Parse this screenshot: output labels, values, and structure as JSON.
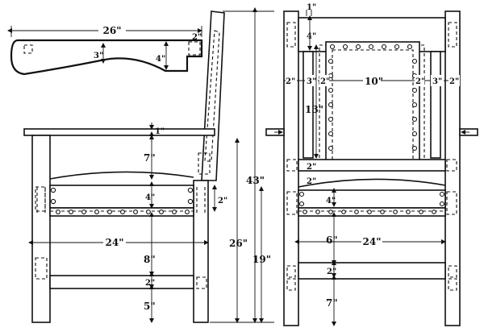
{
  "arm": {
    "length": "26\"",
    "tenon": "2\"",
    "depth_min": "3\"",
    "depth_max": "4\""
  },
  "side_view": {
    "arm_thickness": "1\"",
    "back_rail_to_arm": "7\"",
    "seat_rail": "4\"",
    "seat_slope": "2\"",
    "total_height": "43\"",
    "back_post_height": "26\"",
    "seat_height": "19\"",
    "seat_depth": "24\"",
    "lower_gap": "8\"",
    "stretcher": "2\"",
    "floor_gap": "5\""
  },
  "front_view": {
    "top_rail_offset": "1\"",
    "top_rail": "4\"",
    "post_left": "2\"",
    "gap_left": "3\"",
    "inset_left": "2\"",
    "panel_width": "10\"",
    "inset_right": "2\"",
    "gap_right": "3\"",
    "post_right": "2\"",
    "panel_height": "13\"",
    "panel_rail": "2\"",
    "seat_rail": "2\"",
    "seat_rail_height": "4\"",
    "lower_gap": "6\"",
    "width": "24\"",
    "stretcher": "2\"",
    "floor_gap": "7\""
  }
}
